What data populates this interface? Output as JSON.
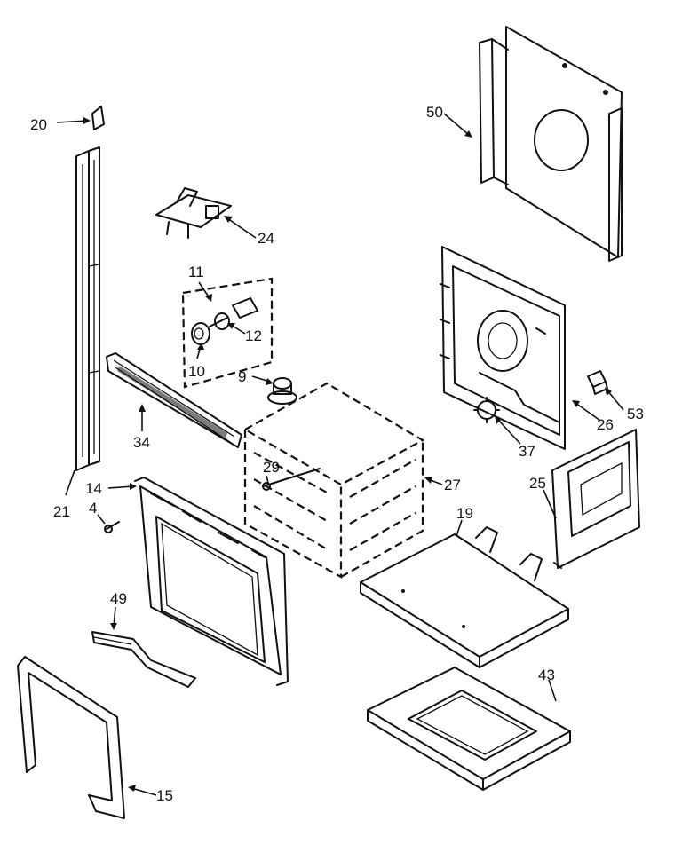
{
  "diagram": {
    "callouts": [
      {
        "id": "c20",
        "text": "20"
      },
      {
        "id": "c24",
        "text": "24"
      },
      {
        "id": "c11",
        "text": "11"
      },
      {
        "id": "c12",
        "text": "12"
      },
      {
        "id": "c10",
        "text": "10"
      },
      {
        "id": "c9",
        "text": "9"
      },
      {
        "id": "c34",
        "text": "34"
      },
      {
        "id": "c29",
        "text": "29"
      },
      {
        "id": "c27",
        "text": "27"
      },
      {
        "id": "c14",
        "text": "14"
      },
      {
        "id": "c4",
        "text": "4"
      },
      {
        "id": "c21",
        "text": "21"
      },
      {
        "id": "c49",
        "text": "49"
      },
      {
        "id": "c15",
        "text": "15"
      },
      {
        "id": "c50",
        "text": "50"
      },
      {
        "id": "c26",
        "text": "26"
      },
      {
        "id": "c53",
        "text": "53"
      },
      {
        "id": "c37",
        "text": "37"
      },
      {
        "id": "c25",
        "text": "25"
      },
      {
        "id": "c19",
        "text": "19"
      },
      {
        "id": "c43",
        "text": "43"
      }
    ]
  }
}
